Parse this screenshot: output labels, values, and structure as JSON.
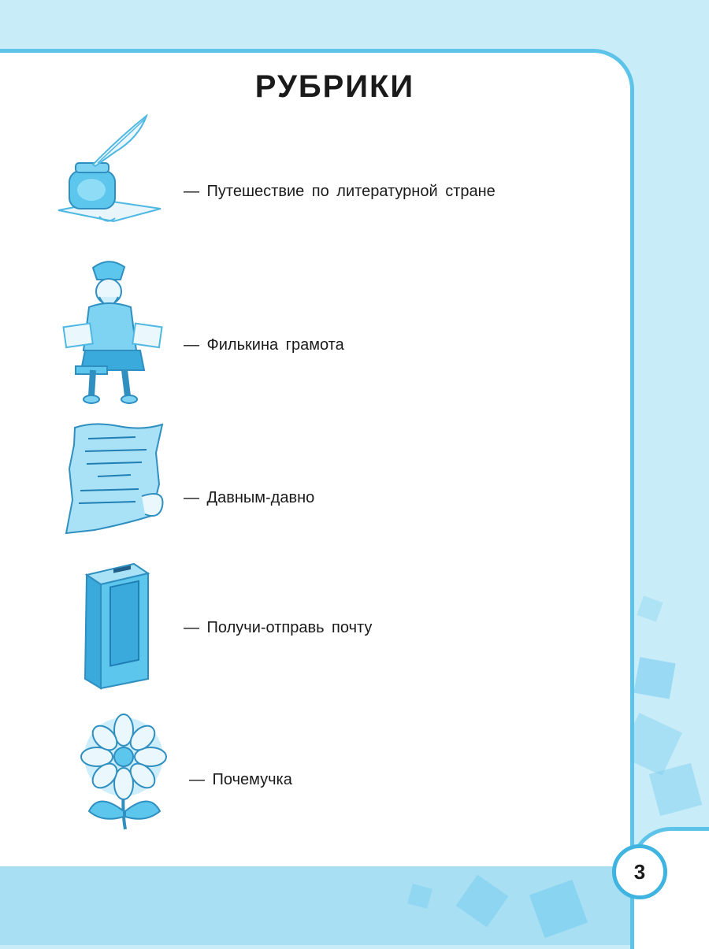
{
  "title": "РУБРИКИ",
  "rubrics": [
    {
      "icon": "inkwell-quill-icon",
      "label": "— Путешествие по литературной стране"
    },
    {
      "icon": "filka-character-icon",
      "label": "— Филькина грамота"
    },
    {
      "icon": "ancient-scroll-icon",
      "label": "— Давным-давно"
    },
    {
      "icon": "mailbox-icon",
      "label": "— Получи-отправь почту"
    },
    {
      "icon": "flower-icon",
      "label": "— Почемучка"
    }
  ],
  "page_number": "3",
  "colors": {
    "frame": "#5ec3e8",
    "background": "#c8ecf8",
    "icon": "#4fb8e2"
  }
}
